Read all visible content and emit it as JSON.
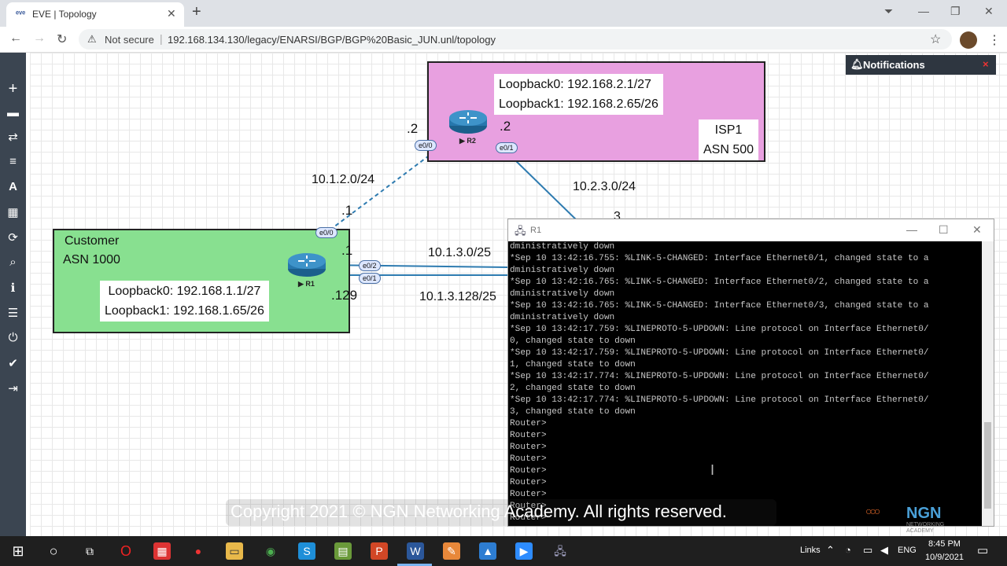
{
  "browser": {
    "tab_title": "EVE | Topology",
    "favicon": "eve-favicon",
    "not_secure": "Not secure",
    "url": "192.168.134.130/legacy/ENARSI/BGP/BGP%20Basic_JUN.unl/topology"
  },
  "sidebar_icons": [
    "plus-icon",
    "device-icon",
    "network-icon",
    "list-icon",
    "text-icon",
    "grid-icon",
    "refresh-icon",
    "zoom-icon",
    "info-icon",
    "log-icon",
    "power-icon",
    "check-icon",
    "logout-icon"
  ],
  "notifications": {
    "label": "Notifications",
    "close": "×"
  },
  "topology": {
    "isp": {
      "name": "ISP1",
      "asn": "ASN 500",
      "color": "#e8a0e0",
      "loopback0": "Loopback0: 192.168.2.1/27",
      "loopback1": "Loopback1: 192.168.2.65/26"
    },
    "customer": {
      "name": "Customer",
      "asn": "ASN 1000",
      "color": "#88e090",
      "loopback0": "Loopback0: 192.168.1.1/27",
      "loopback1": "Loopback1: 192.168.1.65/26"
    },
    "routers": {
      "r1": "R1",
      "r2": "R2"
    },
    "interfaces": {
      "r2_e00": "e0/0",
      "r2_e01": "e0/1",
      "r1_e00": "e0/0",
      "r1_e02": "e0/2",
      "r1_e01": "e0/1"
    },
    "labels": {
      "net_12": "10.1.2.0/24",
      "net_23": "10.2.3.0/24",
      "net_13": "10.1.3.0/25",
      "net_13b": "10.1.3.128/25",
      "r2_left": ".2",
      "r2_right": ".2",
      "r1_top": ".1",
      "r1_e02": ".1",
      "r1_e01": ".129",
      "r3_partial": "3"
    }
  },
  "terminal": {
    "title": "R1",
    "lines": [
      "dministratively down",
      "*Sep 10 13:42:16.755: %LINK-5-CHANGED: Interface Ethernet0/1, changed state to a",
      "dministratively down",
      "*Sep 10 13:42:16.765: %LINK-5-CHANGED: Interface Ethernet0/2, changed state to a",
      "dministratively down",
      "*Sep 10 13:42:16.765: %LINK-5-CHANGED: Interface Ethernet0/3, changed state to a",
      "dministratively down",
      "*Sep 10 13:42:17.759: %LINEPROTO-5-UPDOWN: Line protocol on Interface Ethernet0/",
      "0, changed state to down",
      "*Sep 10 13:42:17.759: %LINEPROTO-5-UPDOWN: Line protocol on Interface Ethernet0/",
      "1, changed state to down",
      "*Sep 10 13:42:17.774: %LINEPROTO-5-UPDOWN: Line protocol on Interface Ethernet0/",
      "2, changed state to down",
      "*Sep 10 13:42:17.774: %LINEPROTO-5-UPDOWN: Line protocol on Interface Ethernet0/",
      "3, changed state to down",
      "Router>",
      "Router>",
      "Router>",
      "Router>",
      "Router>",
      "Router>",
      "Router>",
      "Router>",
      "Router>"
    ]
  },
  "watermark": "Copyright 2021 © NGN Networking Academy. All rights reserved.",
  "ngn_logo": {
    "name": "NGN",
    "sub1": "NETWORKING",
    "sub2": "ACADEMY"
  },
  "taskbar": {
    "apps": [
      "windows-start-icon",
      "search-circle-icon",
      "task-view-icon",
      "opera-icon",
      "app-grid-icon",
      "record-icon",
      "file-explorer-icon",
      "chrome-icon",
      "skype-icon",
      "notes-icon",
      "powerpoint-icon",
      "word-icon",
      "paint-icon",
      "photos-icon",
      "zoom-icon",
      "network-app-icon"
    ],
    "links": "Links",
    "lang": "ENG",
    "time": "8:45 PM",
    "date": "10/9/2021"
  }
}
